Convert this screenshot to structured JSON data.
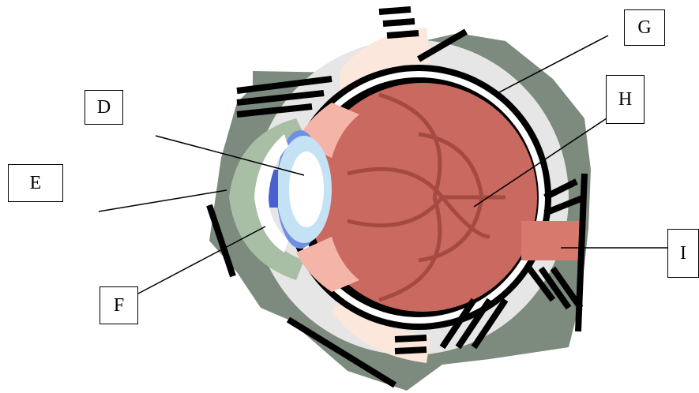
{
  "labels": {
    "D": "D",
    "E": "E",
    "F": "F",
    "G": "G",
    "H": "H",
    "I": "I"
  },
  "colors": {
    "background": "#ffffff",
    "outer_socket": "#7d8a7e",
    "sclera_band": "#e6e6e6",
    "eyeball_outline": "#000000",
    "vitreous": "#c9695f",
    "vessels": "#a54a40",
    "peach_tissue": "#fbe7dc",
    "pink_tissue": "#f5b4a8",
    "iris_blue": "#6f8fe6",
    "lens_light_blue": "#c5e2f5",
    "lens_core": "#ffffff",
    "pupil_blue": "#4a5fd0",
    "conjunctiva_green": "#a9bfa5",
    "optic_nerve": "#d77a6d"
  }
}
